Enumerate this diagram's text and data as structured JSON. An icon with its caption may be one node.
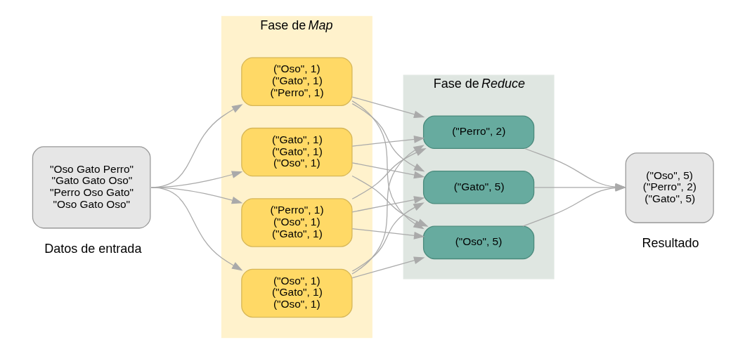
{
  "diagram": {
    "nodes": [
      {
        "text": [
          "\"Oso Gato Perro\"",
          "\"Gato Gato Oso\"",
          "\"Perro Oso Gato\"",
          "\"Oso Gato Oso\""
        ],
        "beside": [
          "Datos de entrada"
        ]
      },
      {
        "text": [
          "Fase de *Map*"
        ]
      },
      {
        "text": [
          "(\"Oso\", 1)",
          "(\"Gato\", 1)",
          "(\"Perro\", 1)"
        ],
        "in": 1
      },
      {
        "text": [
          "(\"Gato\", 1)",
          "(\"Gato\", 1)",
          "(\"Oso\", 1)"
        ],
        "in": 1
      },
      {
        "text": [
          "(\"Perro\", 1)",
          "(\"Oso\", 1)",
          "(\"Gato\", 1)"
        ],
        "in": 1
      },
      {
        "text": [
          "(\"Oso\", 1)",
          "(\"Gato\", 1)",
          "(\"Oso\", 1)"
        ],
        "in": 1
      },
      {
        "text": [
          "Fase de *Reduce*"
        ]
      },
      {
        "text": [
          "(\"Oso\", 5)"
        ],
        "in": 6
      },
      {
        "text": [
          "(\"Perro\", 2)"
        ],
        "in": 6
      },
      {
        "text": [
          "(\"Gato\", 5)"
        ],
        "in": 6
      },
      {
        "text": [
          "(\"Oso\", 5)",
          "(\"Perro\", 2)",
          "(\"Gato\", 5)"
        ],
        "beside": [
          "Resultado"
        ]
      }
    ],
    "edges": [
      {
        "from": 0,
        "to": 2,
        "arrow": "to"
      },
      {
        "from": 0,
        "to": 3,
        "arrow": "to"
      },
      {
        "from": 0,
        "to": 4,
        "arrow": "to"
      },
      {
        "from": 0,
        "to": 5,
        "arrow": "to"
      },
      {
        "from": 2,
        "to": 7,
        "arrow": "to"
      },
      {
        "from": 2,
        "to": 8,
        "arrow": "to"
      },
      {
        "from": 2,
        "to": 9,
        "arrow": "to"
      },
      {
        "from": 3,
        "to": 7,
        "arrow": "to"
      },
      {
        "from": 3,
        "to": 8,
        "arrow": "to"
      },
      {
        "from": 3,
        "to": 9,
        "arrow": "to"
      },
      {
        "from": 4,
        "to": 7,
        "arrow": "to"
      },
      {
        "from": 4,
        "to": 8,
        "arrow": "to"
      },
      {
        "from": 4,
        "to": 9,
        "arrow": "to"
      },
      {
        "from": 5,
        "to": 7,
        "arrow": "to"
      },
      {
        "from": 5,
        "to": 8,
        "arrow": "to"
      },
      {
        "from": 5,
        "to": 9,
        "arrow": "to"
      },
      {
        "from": 7,
        "to": 10,
        "arrow": "to"
      },
      {
        "from": 8,
        "to": 10,
        "arrow": "to"
      },
      {
        "from": 9,
        "to": 10,
        "arrow": "to"
      }
    ]
  }
}
